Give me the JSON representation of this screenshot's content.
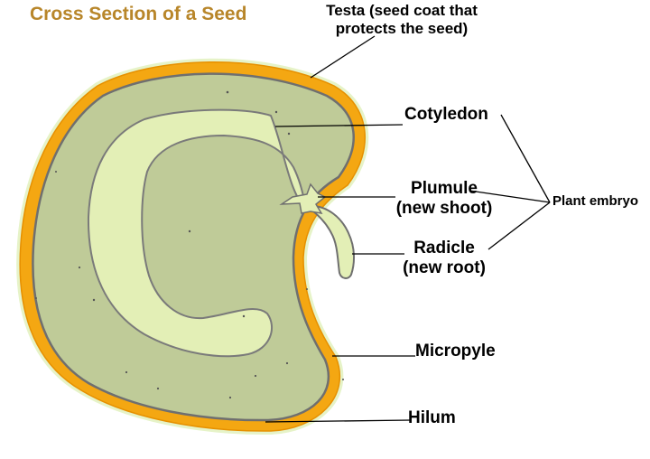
{
  "title": "Cross Section of a Seed",
  "labels": {
    "testa": [
      "Testa (seed coat that",
      "protects the seed)"
    ],
    "cotyledon": "Cotyledon",
    "plumule": [
      "Plumule",
      "(new shoot)"
    ],
    "radicle": [
      "Radicle",
      "(new root)"
    ],
    "micropyle": "Micropyle",
    "hilum": "Hilum",
    "plant_embryo": "Plant embryo"
  },
  "colors": {
    "title": "#b8862a",
    "seed_coat": "#f4a712",
    "seed_coat_outline": "#e69000",
    "cotyledon_fill": "#bfcb98",
    "inner_band": "#e3efb6",
    "halo": "#e6f3c8",
    "outline": "#666666"
  }
}
